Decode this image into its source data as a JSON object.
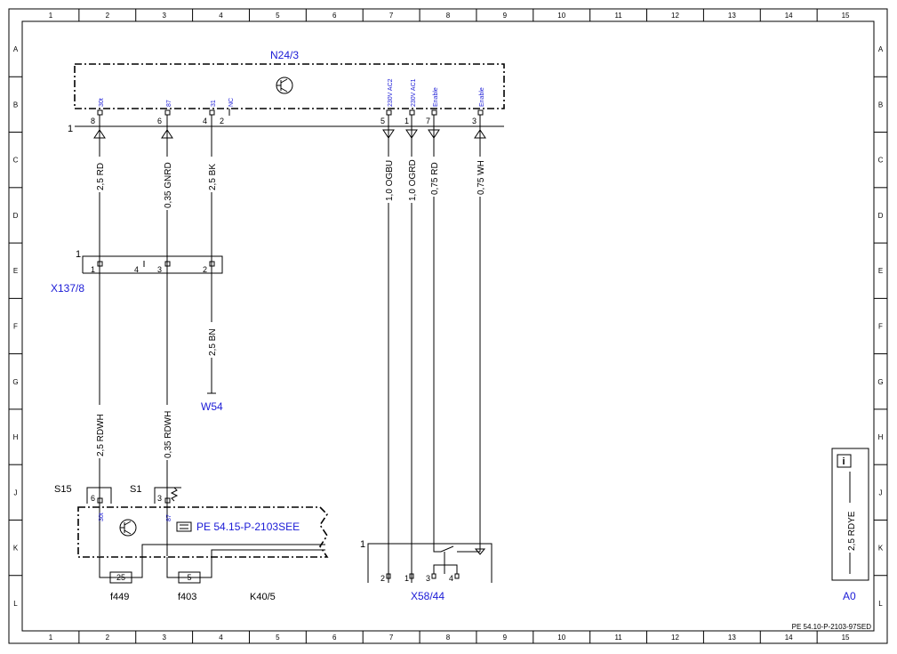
{
  "sheet": {
    "cols": [
      "1",
      "2",
      "3",
      "4",
      "5",
      "6",
      "7",
      "8",
      "9",
      "10",
      "11",
      "12",
      "13",
      "14",
      "15"
    ],
    "rows": [
      "A",
      "B",
      "C",
      "D",
      "E",
      "F",
      "G",
      "H",
      "J",
      "K",
      "L"
    ],
    "footer_ref": "PE 54.10-P-2103-97SED"
  },
  "n24": {
    "name": "N24/3",
    "signals": [
      "30t",
      "87",
      "31",
      "NC",
      "230V AC2",
      "230V AC1",
      "Enable",
      "Enable"
    ],
    "pins": [
      "8",
      "6",
      "4",
      "2",
      "5",
      "1",
      "7",
      "3"
    ],
    "ref_num": "1"
  },
  "wires": {
    "w1": "2,5 RD",
    "w2": "0,35 GNRD",
    "w3": "2,5 BK",
    "w4": "1,0 OGBU",
    "w5": "1,0 OGRD",
    "w6": "0,75 RD",
    "w7": "0,75 WH",
    "w8": "2,5 BN",
    "w9": "2,5 RDWH",
    "w10": "0,35 RDWH"
  },
  "x137": {
    "name": "X137/8",
    "ref_num": "1",
    "pins": [
      "1",
      "4",
      "3",
      "2"
    ]
  },
  "w54": {
    "name": "W54"
  },
  "k40": {
    "name": "K40/5",
    "s15": "S15",
    "s1": "S1",
    "pin_s15": "6",
    "pin_s1": "3",
    "sig_s15": "30t",
    "sig_s1": "87",
    "ref_link": "PE 54.15-P-2103SEE"
  },
  "fuses": {
    "f449_name": "f449",
    "f449_val": "25",
    "f403_name": "f403",
    "f403_val": "5"
  },
  "x58": {
    "name": "X58/44",
    "ref_num": "1",
    "pins": [
      "2",
      "1",
      "3",
      "4"
    ]
  },
  "a0": {
    "name": "A0",
    "wire": "2,5 RDYE",
    "info": "i"
  }
}
